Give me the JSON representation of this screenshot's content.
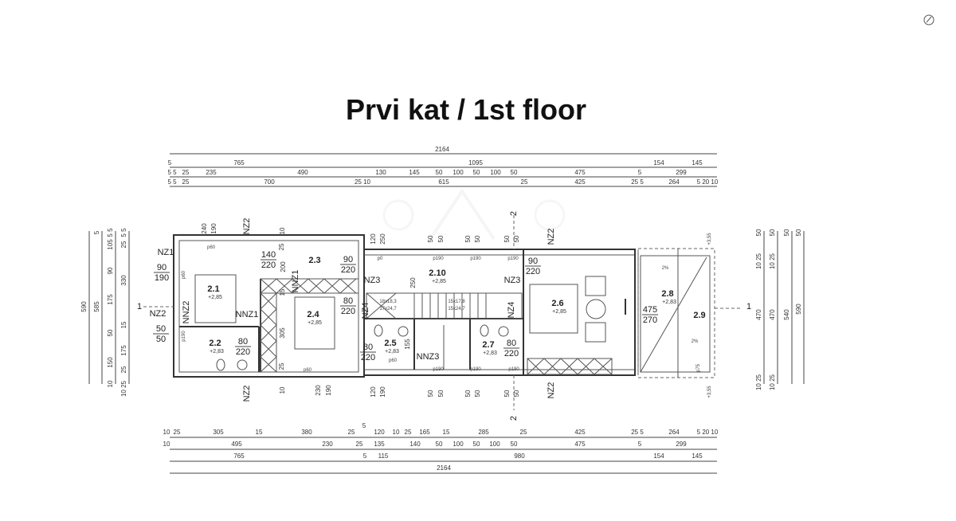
{
  "title": "Prvi kat / 1st floor",
  "dimensions": {
    "top": [
      [
        "2164"
      ],
      [
        "5",
        "765",
        "1095",
        "154",
        "145"
      ],
      [
        "5 5",
        "25",
        "235",
        "490",
        "130",
        "145",
        "50",
        "100",
        "50",
        "100",
        "50",
        "475",
        "5",
        "299"
      ],
      [
        "5 5",
        "25",
        "700",
        "25 10",
        "615",
        "25",
        "425",
        "25 5",
        "264",
        "5 20 10"
      ]
    ],
    "bottom": [
      [
        "10",
        "25",
        "305",
        "15",
        "380",
        "25",
        "5",
        "120",
        "10",
        "25",
        "165",
        "15",
        "285",
        "25",
        "425",
        "25 5",
        "264",
        "5 20 10"
      ],
      [
        "10",
        "495",
        "230",
        "25",
        "135",
        "140",
        "50",
        "100",
        "50",
        "100",
        "50",
        "475",
        "5",
        "299"
      ],
      [
        "765",
        "5",
        "115",
        "980",
        "154",
        "145"
      ],
      [
        "2164"
      ]
    ],
    "left": [
      [
        "590"
      ],
      [
        "5",
        "585"
      ],
      [
        "5 5",
        "105",
        "90",
        "175",
        "50",
        "150",
        "10"
      ],
      [
        "5 5",
        "25",
        "330",
        "15",
        "175",
        "25",
        "10 25"
      ]
    ],
    "right": [
      [
        "50",
        "10 25",
        "470",
        "10 25"
      ],
      [
        "50",
        "10 25",
        "470",
        "10 25"
      ],
      [
        "50",
        "540"
      ],
      [
        "50",
        "590"
      ]
    ]
  },
  "rooms": [
    {
      "id": "2.1",
      "level": "+2,85"
    },
    {
      "id": "2.2",
      "level": "+2,83"
    },
    {
      "id": "2.3",
      "level": ""
    },
    {
      "id": "2.4",
      "level": "+2,85"
    },
    {
      "id": "2.5",
      "level": "+2,83"
    },
    {
      "id": "2.10",
      "level": "+2,85"
    },
    {
      "id": "2.6",
      "level": "+2,85"
    },
    {
      "id": "2.7",
      "level": "+2,83"
    },
    {
      "id": "2.8",
      "level": "+2,83"
    },
    {
      "id": "2.9",
      "level": ""
    }
  ],
  "openings": [
    [
      "140",
      "220"
    ],
    [
      "90",
      "190"
    ],
    [
      "50",
      "50"
    ],
    [
      "90",
      "220"
    ],
    [
      "80",
      "220"
    ],
    [
      "80",
      "220"
    ],
    [
      "80",
      "220"
    ],
    [
      "80",
      "220"
    ],
    [
      "90",
      "220"
    ],
    [
      "475",
      "270"
    ]
  ],
  "element_codes": [
    "NZ2",
    "NZ1",
    "NZ2",
    "NNZ2",
    "NNZ1",
    "NNZ1",
    "NZ3",
    "NZ4",
    "NZ3",
    "NZ4",
    "NNZ3",
    "NZ2",
    "NZ2",
    "NZ2"
  ],
  "vertical_notes": [
    "240",
    "190",
    "120",
    "250",
    "230",
    "190",
    "120",
    "190",
    "50",
    "50",
    "50",
    "50",
    "50",
    "50",
    "50",
    "50",
    "50",
    "50",
    "50",
    "50",
    "10",
    "25",
    "200",
    "15",
    "305",
    "25",
    "10",
    "250",
    "155"
  ],
  "stairs": [
    "18x18,3",
    "17x24,7",
    "15x17,8",
    "15x24,7"
  ],
  "parapets": [
    "p0",
    "p190",
    "p190",
    "p190",
    "p190",
    "p190",
    "p190",
    "p60",
    "p190",
    "p60",
    "p60",
    "p75",
    "p60"
  ],
  "slopes": [
    "2%",
    "2%"
  ],
  "section_marks": [
    "1",
    "1",
    "2",
    "2"
  ],
  "elevations": [
    "+3,55",
    "+3,55"
  ]
}
